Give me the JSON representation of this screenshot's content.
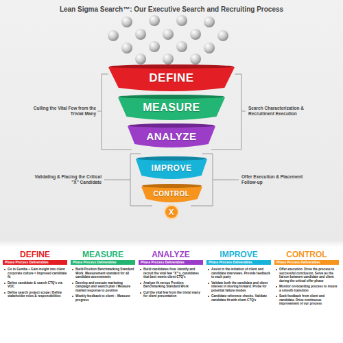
{
  "diagram": {
    "title": "Lean Sigma Search™: Our Executive Search and Recruiting Process",
    "nodes": [
      {
        "text": [
          "DEFINE"
        ]
      },
      {
        "text": [
          "MEASURE"
        ]
      },
      {
        "text": [
          "ANALYZE"
        ]
      },
      {
        "text": [
          "IMPROVE"
        ]
      },
      {
        "text": [
          "CONTROL"
        ]
      },
      {
        "text": [
          "X"
        ]
      },
      {
        "text": [
          "DEFINE",
          "Phase Process Deliverables",
          "Go to Gemba + Gain insight into client corporate culture = Improved candidate fit",
          "Define candidate & search CTQ's via VOC",
          "Define search project scope / Define stakeholder roles & responsibilities"
        ]
      },
      {
        "text": [
          "MEASURE",
          "Phase Process Deliverables",
          "Build Position Benchmarking Standard Work. Measurement standard for all candidate assessments",
          "Develop and execute marketing campaign and search plan / Measure market response to position",
          "Weekly feedback to client – Measure progress"
        ]
      },
      {
        "text": [
          "ANALYZE",
          "Phase Process Deliverables",
          "Build candidates flow. Identify and recruit the vital few \"X\"'s, candidates that best meets client CTQ's",
          "Analyze fit versus Position Benchmarking Standard Work",
          "Cull the vital few from the trivial many for client presentation"
        ]
      },
      {
        "text": [
          "IMPROVE",
          "Phase Process Deliverables",
          "Assist in the initiation of client and candidate interviews. Provide feedback to each party",
          "Validate both the candidate and client interest in moving forward. Probe for potential failure modes",
          "Candidate reference checks. Validate candidate fit with client CTQ's"
        ]
      },
      {
        "text": [
          "CONTROL",
          "Phase Process Deliverables",
          "Offer execution. Drive the process to successful conclusion. Serve as the liaison between candidate and client during the critical offer phase",
          "Monitor on-boarding process to insure a smooth transition",
          "Seek feedback from client and candidate. Drive continuous improvement of our process"
        ]
      }
    ],
    "labels": [
      "Culling the Vital Few from the Trivial Many",
      "Search Characterization & Recruitment Execution",
      "Validating & Placing the Critical \"X\" Candidate",
      "Offer Execution & Placement Follow-up"
    ]
  }
}
